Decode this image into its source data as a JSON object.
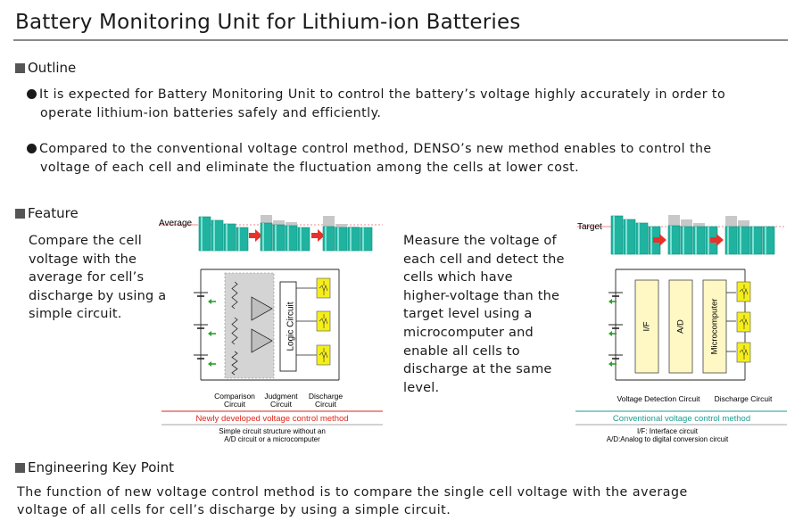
{
  "title": "Battery Monitoring Unit for Lithium-ion Batteries",
  "outline": {
    "heading": "Outline",
    "bullets": [
      {
        "line1": "It is expected for Battery Monitoring Unit to control the battery’s voltage highly accurately in order to",
        "line2": "operate lithium-ion batteries safely and efficiently."
      },
      {
        "line1": "Compared to the conventional voltage control method, DENSO’s new method enables to control the",
        "line2": "voltage of each cell and eliminate the fluctuation among the cells at lower cost."
      }
    ]
  },
  "feature": {
    "heading": "Feature",
    "left_text": [
      "Compare the cell",
      "voltage with the",
      "average for cell’s",
      "discharge by using a",
      "simple circuit."
    ],
    "right_text": [
      "Measure the voltage of",
      "each cell and detect the",
      "cells which have",
      "higher-voltage than the",
      "target level using a",
      "microcomputer and",
      "enable all cells to",
      "discharge at the same",
      "level."
    ],
    "new_diagram": {
      "level_label": "Average",
      "block_label": "Logic Circuit",
      "captions": [
        "Comparison|Circuit",
        "Judgment|Circuit",
        "Discharge|Circuit"
      ],
      "method": "Newly developed voltage control method",
      "method_color": "#e2231a",
      "notes": [
        "Simple circuit structure without an",
        "A/D circuit or a microcomputer"
      ]
    },
    "conv_diagram": {
      "level_label": "Target",
      "blocks": [
        "I/F",
        "A/D",
        "Microcomputer"
      ],
      "captions": [
        "Voltage Detection Circuit",
        "Discharge Circuit"
      ],
      "method": "Conventional voltage control method",
      "method_color": "#1a9e8f",
      "notes": [
        "I/F: Interface circuit",
        "A/D:Analog to digital conversion circuit"
      ]
    },
    "colors": {
      "cell": "#1fb3a0",
      "cell_dark": "#0e8f7f",
      "arrow": "#e8312a",
      "excess": "#c8c8c8",
      "chip": "#f4ee1a",
      "block": "#fff8c4",
      "green_arrow": "#2ca02c",
      "level_line": "#e0141b"
    }
  },
  "engineering": {
    "heading": "Engineering Key Point",
    "lines": [
      "The function of new voltage control method is to compare the single cell voltage with the average",
      "voltage of all cells for cell’s discharge by using a simple circuit."
    ]
  }
}
